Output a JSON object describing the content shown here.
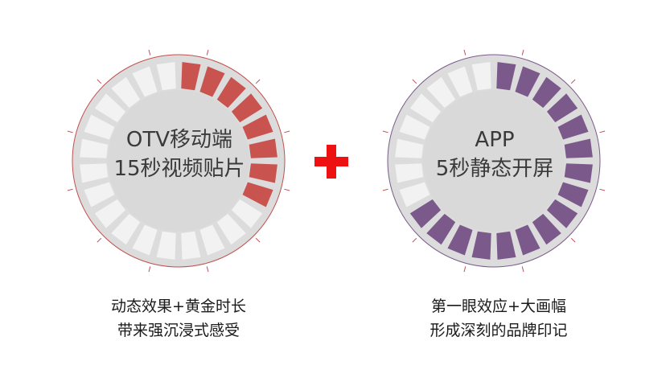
{
  "rings": [
    {
      "id": "otv",
      "title_lines": [
        "OTV移动端",
        "15秒视频贴片"
      ],
      "caption_lines": [
        "动态效果+黄金时长",
        "带来强沉浸式感受"
      ],
      "segments_total": 24,
      "segments_filled": 8,
      "fill_color": "#c9534f",
      "empty_color": "#f2f2f2",
      "border_color": "#c0504d"
    },
    {
      "id": "app",
      "title_lines": [
        "APP",
        "5秒静态开屏"
      ],
      "caption_lines": [
        "第一眼效应+大画幅",
        "形成深刻的品牌印记"
      ],
      "segments_total": 24,
      "segments_filled": 16,
      "fill_color": "#7b5a8b",
      "empty_color": "#f2f2f2",
      "border_color": "#7b5a8b"
    }
  ],
  "connector": {
    "symbol": "plus",
    "color": "#ee1111"
  },
  "inner_disc_color": "#d9d9d9",
  "tick_color": "#c0505a"
}
